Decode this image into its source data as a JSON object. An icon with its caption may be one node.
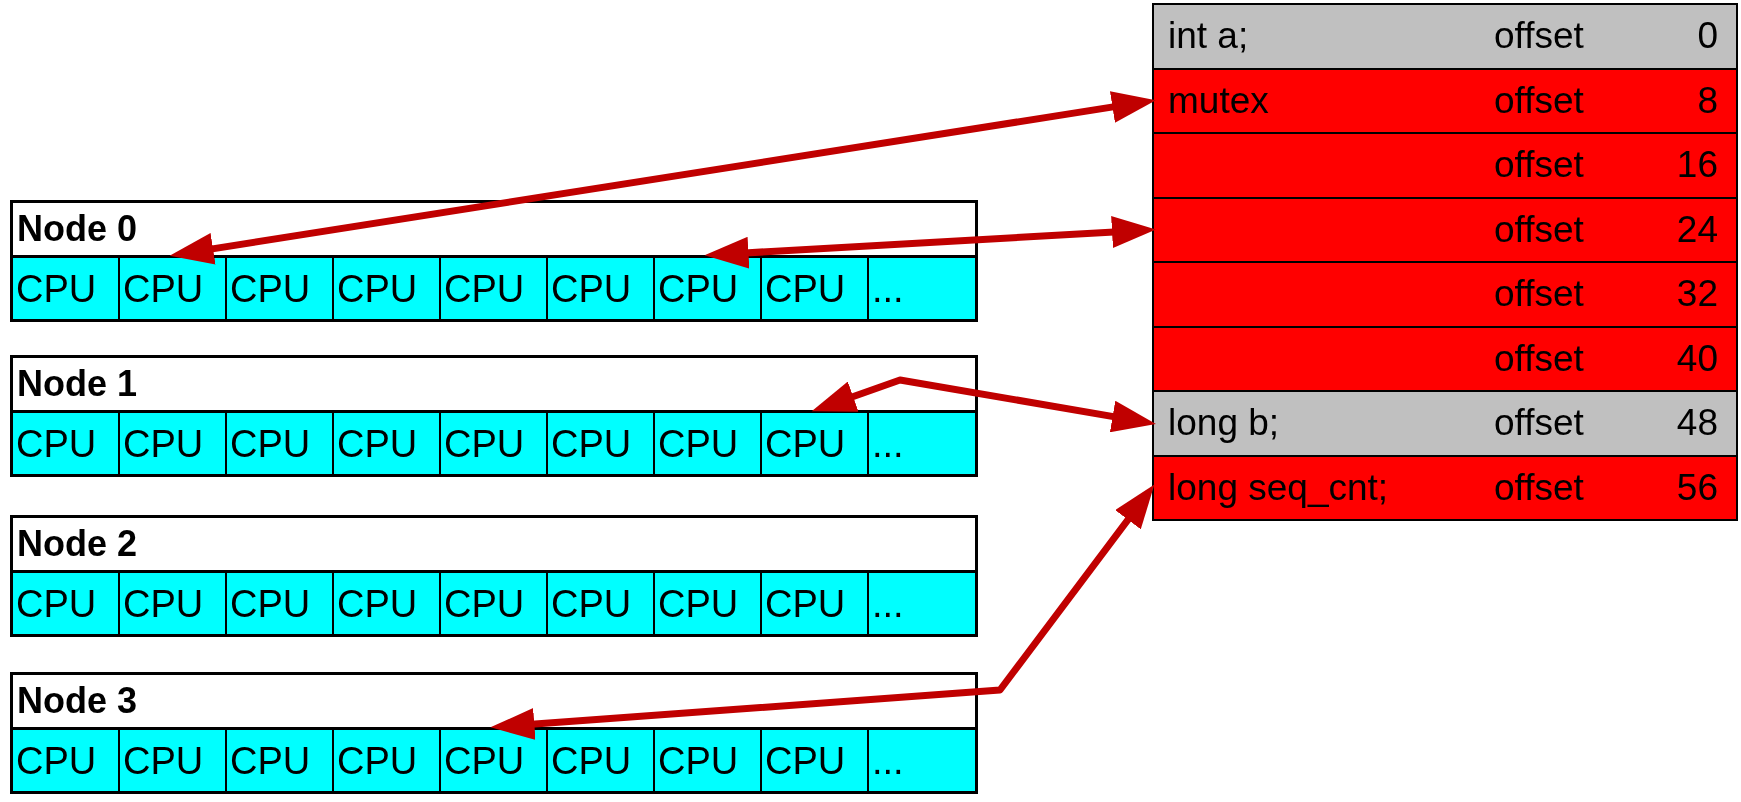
{
  "diagram": {
    "nodes": [
      {
        "text": [
          "Node 0"
        ]
      },
      {
        "text": [
          "CPU"
        ],
        "in": 0
      },
      {
        "text": [
          "CPU"
        ],
        "in": 0
      },
      {
        "text": [
          "CPU"
        ],
        "in": 0
      },
      {
        "text": [
          "CPU"
        ],
        "in": 0
      },
      {
        "text": [
          "CPU"
        ],
        "in": 0
      },
      {
        "text": [
          "CPU"
        ],
        "in": 0
      },
      {
        "text": [
          "CPU"
        ],
        "in": 0
      },
      {
        "text": [
          "CPU"
        ],
        "in": 0
      },
      {
        "text": [
          "..."
        ],
        "in": 0
      },
      {
        "text": [
          "Node 1"
        ]
      },
      {
        "text": [
          "CPU"
        ],
        "in": 10
      },
      {
        "text": [
          "CPU"
        ],
        "in": 10
      },
      {
        "text": [
          "CPU"
        ],
        "in": 10
      },
      {
        "text": [
          "CPU"
        ],
        "in": 10
      },
      {
        "text": [
          "CPU"
        ],
        "in": 10
      },
      {
        "text": [
          "CPU"
        ],
        "in": 10
      },
      {
        "text": [
          "CPU"
        ],
        "in": 10
      },
      {
        "text": [
          "CPU"
        ],
        "in": 10
      },
      {
        "text": [
          "..."
        ],
        "in": 10
      },
      {
        "text": [
          "Node 2"
        ]
      },
      {
        "text": [
          "CPU"
        ],
        "in": 20
      },
      {
        "text": [
          "CPU"
        ],
        "in": 20
      },
      {
        "text": [
          "CPU"
        ],
        "in": 20
      },
      {
        "text": [
          "CPU"
        ],
        "in": 20
      },
      {
        "text": [
          "CPU"
        ],
        "in": 20
      },
      {
        "text": [
          "CPU"
        ],
        "in": 20
      },
      {
        "text": [
          "CPU"
        ],
        "in": 20
      },
      {
        "text": [
          "CPU"
        ],
        "in": 20
      },
      {
        "text": [
          "..."
        ],
        "in": 20
      },
      {
        "text": [
          "Node 3"
        ]
      },
      {
        "text": [
          "CPU"
        ],
        "in": 30
      },
      {
        "text": [
          "CPU"
        ],
        "in": 30
      },
      {
        "text": [
          "CPU"
        ],
        "in": 30
      },
      {
        "text": [
          "CPU"
        ],
        "in": 30
      },
      {
        "text": [
          "CPU"
        ],
        "in": 30
      },
      {
        "text": [
          "CPU"
        ],
        "in": 30
      },
      {
        "text": [
          "CPU"
        ],
        "in": 30
      },
      {
        "text": [
          "CPU"
        ],
        "in": 30
      },
      {
        "text": [
          "..."
        ],
        "in": 30
      },
      {
        "text": [
          "int a;",
          "offset",
          "0"
        ]
      },
      {
        "text": [
          "mutex",
          "offset",
          "8"
        ]
      },
      {
        "text": [
          "offset",
          "16"
        ]
      },
      {
        "text": [
          "offset",
          "24"
        ]
      },
      {
        "text": [
          "offset",
          "32"
        ]
      },
      {
        "text": [
          "offset",
          "40"
        ]
      },
      {
        "text": [
          "long b;",
          "offset",
          "48"
        ]
      },
      {
        "text": [
          "long seq_cnt;",
          "offset",
          "56"
        ]
      }
    ],
    "edges": [
      {
        "from": 2,
        "to": 41,
        "arrow": "both"
      },
      {
        "from": 7,
        "to": 43,
        "arrow": "both"
      },
      {
        "from": 18,
        "to": 46,
        "arrow": "both"
      },
      {
        "from": 35,
        "to": 47,
        "arrow": "both"
      }
    ]
  }
}
